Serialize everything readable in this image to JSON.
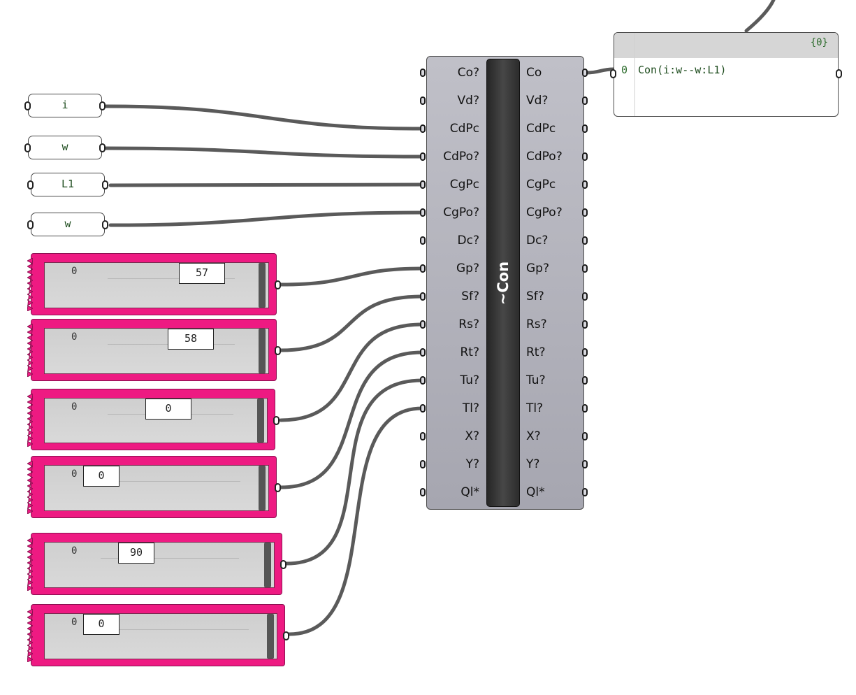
{
  "component": {
    "name": "~Con",
    "inputs": [
      "Co?",
      "Vd?",
      "CdPc",
      "CdPo?",
      "CgPc",
      "CgPo?",
      "Dc?",
      "Gp?",
      "Sf?",
      "Rs?",
      "Rt?",
      "Tu?",
      "Tl?",
      "X?",
      "Y?",
      "Ql*"
    ],
    "outputs": [
      "Co",
      "Vd?",
      "CdPc",
      "CdPo?",
      "CgPc",
      "CgPo?",
      "Dc?",
      "Gp?",
      "Sf?",
      "Rs?",
      "Rt?",
      "Tu?",
      "Tl?",
      "X?",
      "Y?",
      "Ql*"
    ]
  },
  "panels": [
    {
      "text": "i"
    },
    {
      "text": "w"
    },
    {
      "text": "L1"
    },
    {
      "text": "w"
    }
  ],
  "sliders": [
    {
      "min": "0",
      "value": "57",
      "fraction": 0.57
    },
    {
      "min": "0",
      "value": "58",
      "fraction": 0.58
    },
    {
      "min": "0",
      "value": "0",
      "fraction": 0.5
    },
    {
      "min": "0",
      "value": "0",
      "fraction": 0.0
    },
    {
      "min": "0",
      "value": "90",
      "fraction": 0.25
    },
    {
      "min": "0",
      "value": "0",
      "fraction": 0.0
    }
  ],
  "output_panel": {
    "path": "{0}",
    "index": "0",
    "value": "Con(i:w--w:L1)"
  },
  "colors": {
    "slider": "#ee1a82",
    "component": "#b4b4bc",
    "core": "#3a3a3a",
    "wire": "#5a5a5a"
  }
}
